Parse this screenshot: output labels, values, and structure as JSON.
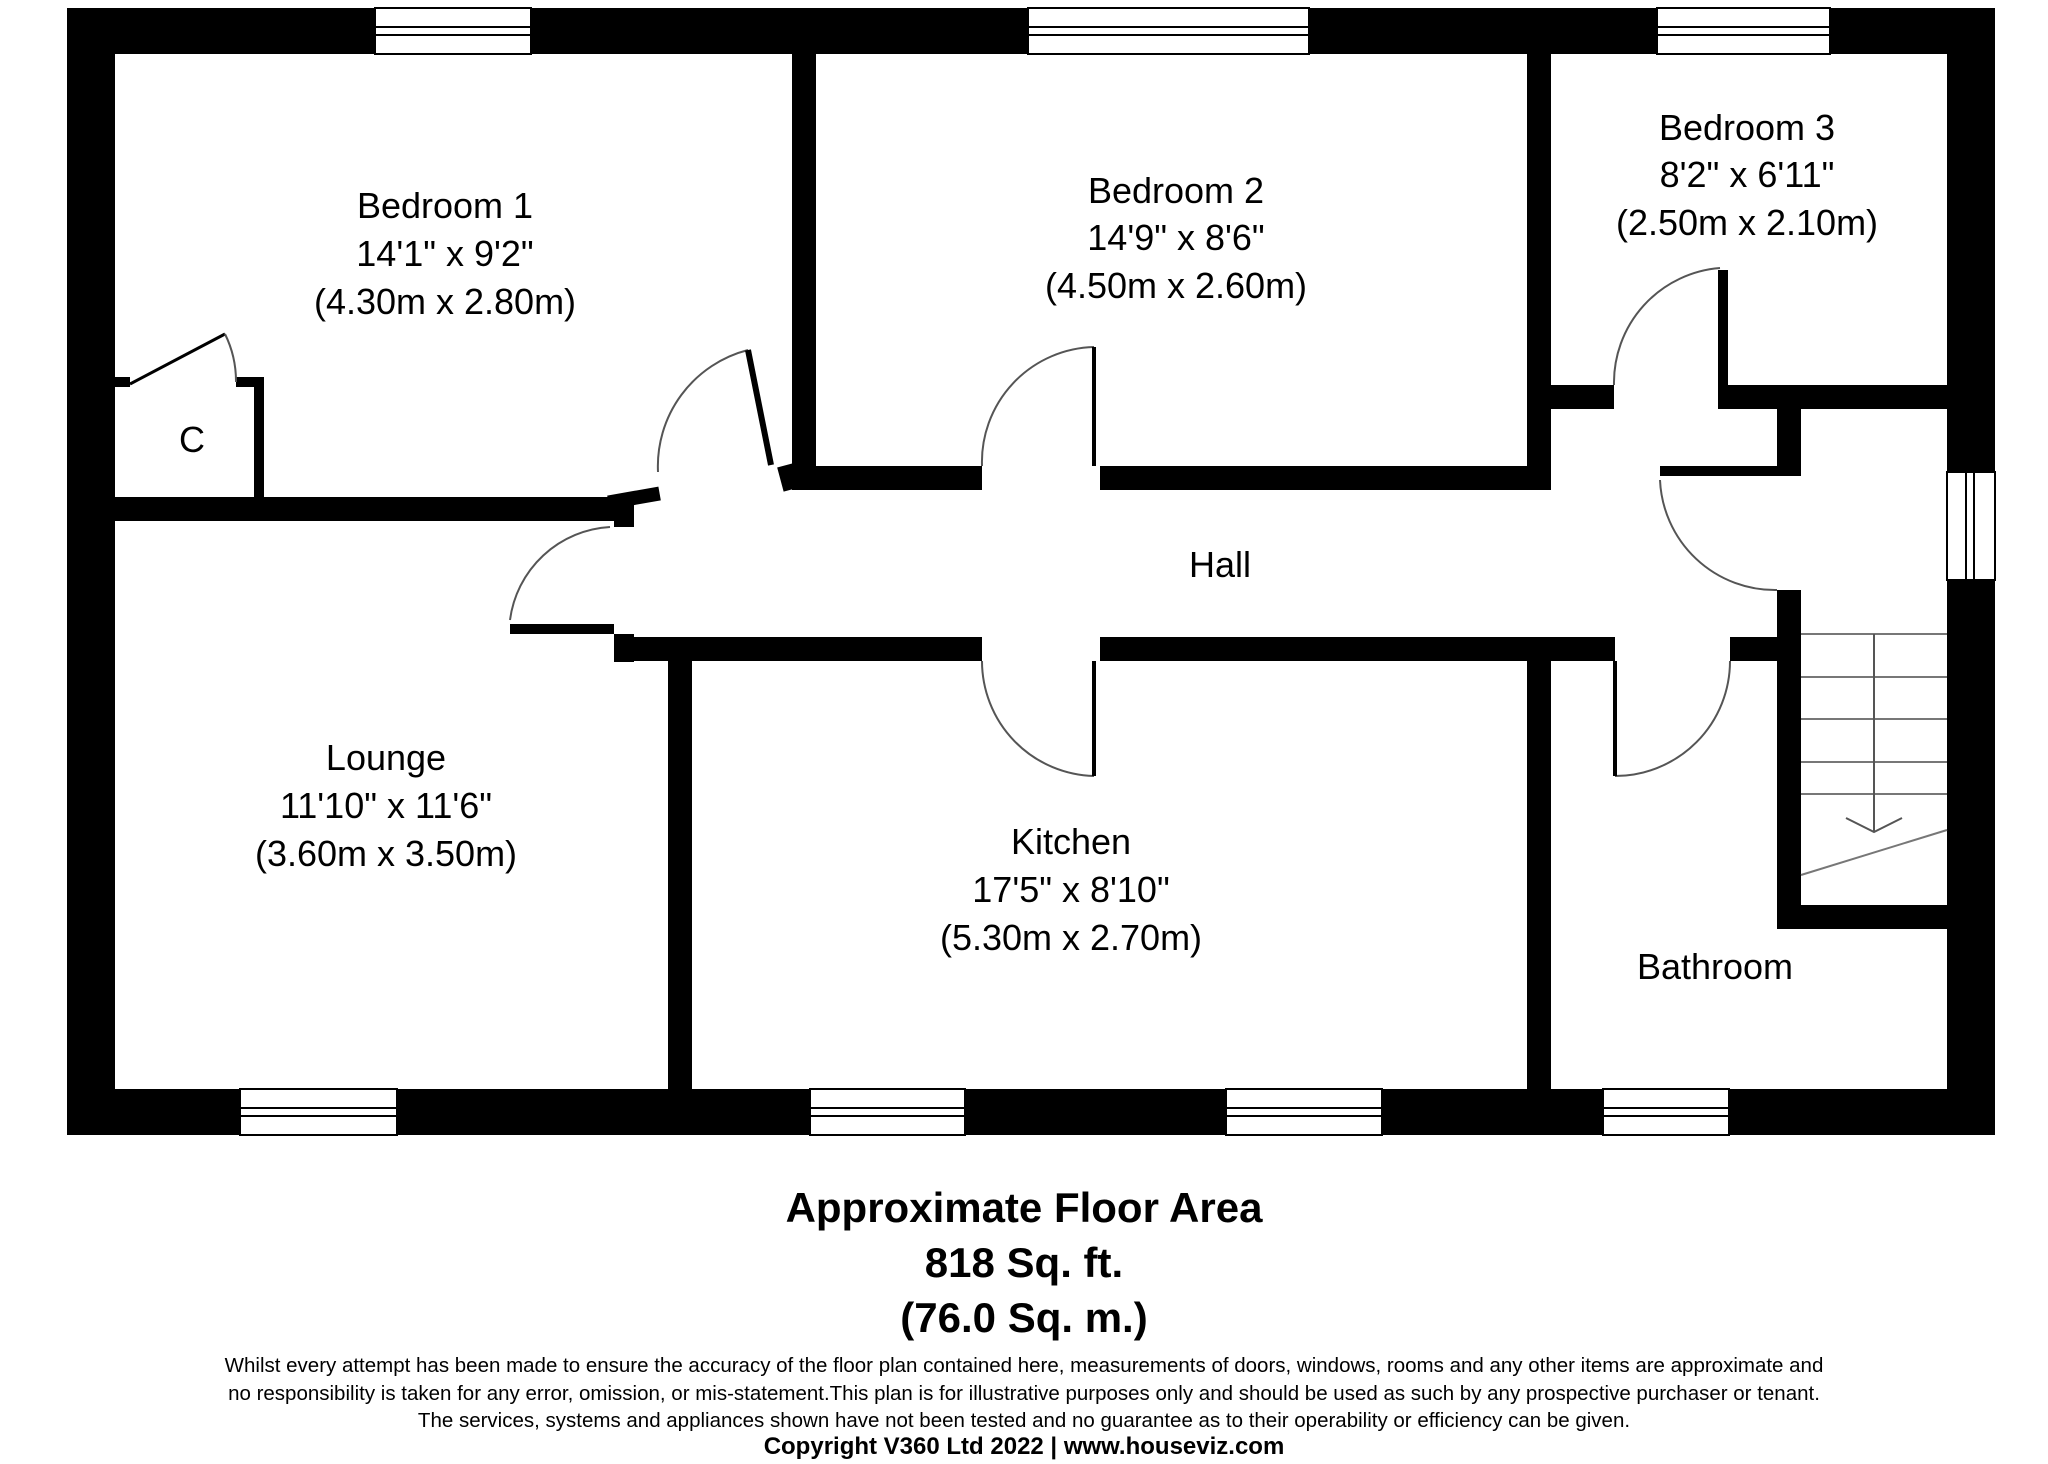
{
  "rooms": {
    "bedroom1": {
      "name": "Bedroom 1",
      "imperial": "14'1\" x 9'2\"",
      "metric": "(4.30m x 2.80m)"
    },
    "bedroom2": {
      "name": "Bedroom 2",
      "imperial": "14'9\" x 8'6\"",
      "metric": "(4.50m x 2.60m)"
    },
    "bedroom3": {
      "name": "Bedroom 3",
      "imperial": "8'2\" x 6'11\"",
      "metric": "(2.50m x 2.10m)"
    },
    "cupboard": {
      "name": "C"
    },
    "hall": {
      "name": "Hall"
    },
    "lounge": {
      "name": "Lounge",
      "imperial": "11'10\" x 11'6\"",
      "metric": "(3.60m x 3.50m)"
    },
    "kitchen": {
      "name": "Kitchen",
      "imperial": "17'5\" x 8'10\"",
      "metric": "(5.30m x 2.70m)"
    },
    "bathroom": {
      "name": "Bathroom"
    }
  },
  "area": {
    "title": "Approximate Floor Area",
    "imperial": "818 Sq. ft.",
    "metric": "(76.0 Sq. m.)"
  },
  "disclaimer": {
    "line1": "Whilst every attempt has been made to ensure the accuracy of the floor plan contained here, measurements of doors, windows, rooms and any other items are approximate and",
    "line2": "no responsibility is taken for any error, omission, or mis-statement.This plan is for illustrative purposes only and should be used as such by any prospective purchaser or tenant.",
    "line3": "The services, systems and appliances shown have not been tested and no guarantee as to their operability or efficiency can be given."
  },
  "copyright": "Copyright V360 Ltd 2022 | www.houseviz.com",
  "colors": {
    "wall": "#000000",
    "background": "#ffffff",
    "door_swing": "#555555"
  }
}
